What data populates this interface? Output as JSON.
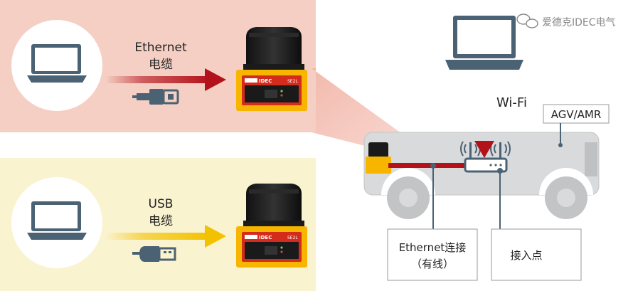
{
  "watermark": {
    "text": "爱德克IDEC电气",
    "icon": "wechat-icon"
  },
  "panel_top": {
    "background": "#f5cfc4",
    "cable_label_line1": "Ethernet",
    "cable_label_line2": "电缆",
    "arrow_color": "#b3121b",
    "connector_icon": "ethernet-plug-icon"
  },
  "panel_bottom": {
    "background": "#faf3d0",
    "cable_label_line1": "USB",
    "cable_label_line2": "电缆",
    "arrow_color": "#f2c200",
    "connector_icon": "usb-plug-icon"
  },
  "scanner": {
    "brand": "IDEC",
    "model": "SE2L"
  },
  "right_diagram": {
    "wifi_label": "Wi-Fi",
    "vehicle_label": "AGV/AMR",
    "callout_wired_line1": "Ethernet连接",
    "callout_wired_line2": "（有线）",
    "callout_access_point": "接入点"
  },
  "colors": {
    "accent_red": "#b3121b",
    "scanner_yellow": "#f7b500",
    "vehicle_grey": "#d9dadb"
  }
}
